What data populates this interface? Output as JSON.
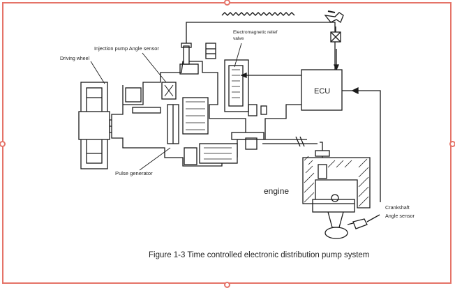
{
  "labels": {
    "driving_wheel": "Driving wheel",
    "injection_pump_sensor": "Injection pump Angle sensor",
    "relief_valve_line1": "Electromagnetic relief",
    "relief_valve_line2": "valve",
    "ecu": "ECU",
    "pulse_generator": "Pulse generator",
    "engine": "engine",
    "crankshaft_line1": "Crankshaft",
    "crankshaft_line2": "Angle sensor"
  },
  "caption": "Figure 1-3 Time controlled electronic distribution pump system",
  "colors": {
    "frame": "#e57368",
    "ink": "#1a1a1a"
  }
}
